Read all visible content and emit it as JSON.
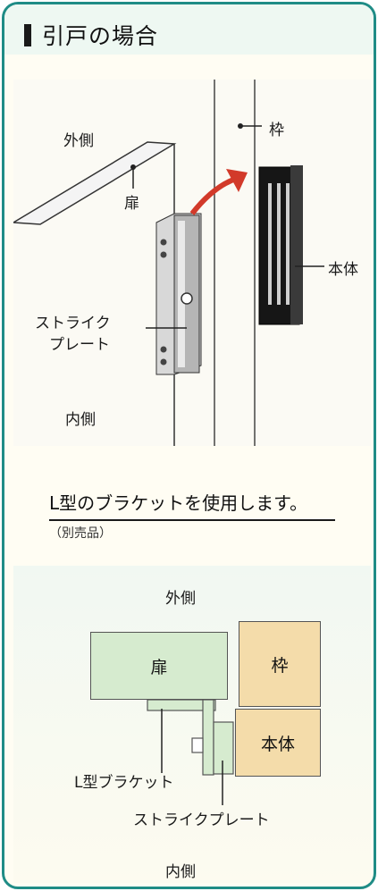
{
  "header": {
    "title": "引戸の場合"
  },
  "photo": {
    "outside": "外側",
    "inside": "内側",
    "door": "扉",
    "frame": "枠",
    "body": "本体",
    "strike_line1": "ストライク",
    "strike_line2": "プレート"
  },
  "caption": {
    "main": "L型のブラケットを使用します。",
    "sub": "（別売品）"
  },
  "diagram": {
    "outside": "外側",
    "inside": "内側",
    "door": "扉",
    "frame": "枠",
    "body": "本体",
    "bracket": "L型ブラケット",
    "strike_plate": "ストライクプレート"
  },
  "colors": {
    "border": "#1f8c86",
    "door_fill": "#d6ebcf",
    "frame_fill": "#f4dcaa",
    "arrow": "#d23a2a"
  }
}
